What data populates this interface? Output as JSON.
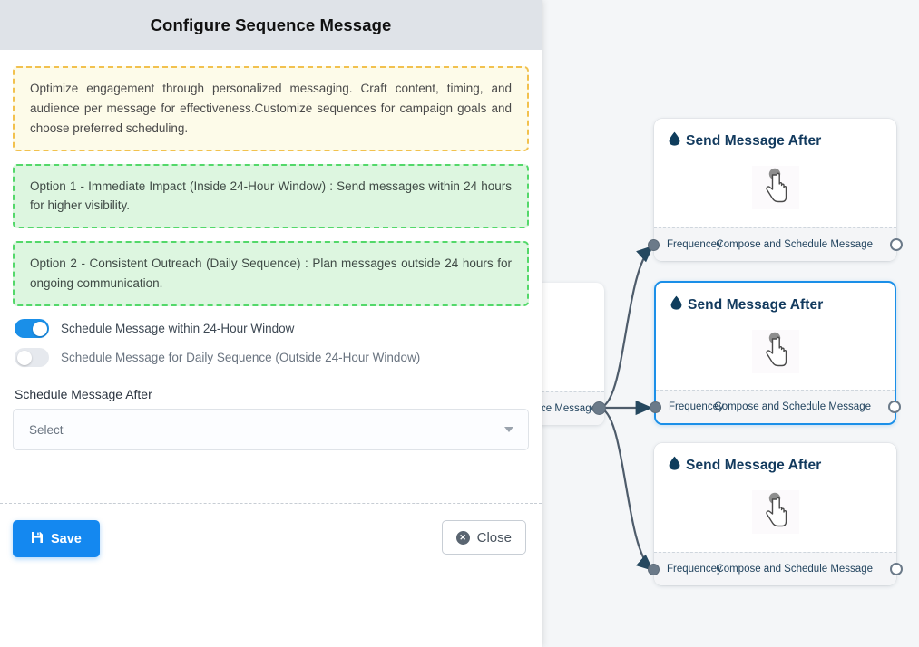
{
  "modal": {
    "title": "Configure Sequence Message",
    "info_note": "Optimize engagement through personalized messaging. Craft content, timing, and audience per message for effectiveness.Customize sequences for campaign goals and choose preferred scheduling.",
    "option_1": "Option 1 - Immediate Impact (Inside 24-Hour Window) : Send messages within 24 hours for higher visibility.",
    "option_2": "Option 2 - Consistent Outreach (Daily Sequence) : Plan messages outside 24 hours for ongoing communication.",
    "toggles": [
      {
        "label": "Schedule Message within 24-Hour Window",
        "state": "on"
      },
      {
        "label": "Schedule Message for Daily Sequence (Outside 24-Hour Window)",
        "state": "off"
      }
    ],
    "schedule_field": {
      "label": "Schedule Message After",
      "value": "Select",
      "caret_icon": "chevron-down-icon"
    },
    "footer": {
      "save_label": "Save",
      "save_icon": "save-floppy-icon",
      "close_label": "Close",
      "close_icon": "close-circle-icon"
    }
  },
  "flow": {
    "canvas_background": "#f4f6f8",
    "partial_node": {
      "footer_right": "ce Message"
    },
    "nodes": [
      {
        "title": "Send Message After",
        "title_icon": "water-drop-icon",
        "center_icon": "pointing-hand-cursor-icon",
        "footer_left": "Frequencey",
        "footer_right": "Compose and Schedule Message",
        "selected": false
      },
      {
        "title": "Send Message After",
        "title_icon": "water-drop-icon",
        "center_icon": "pointing-hand-cursor-icon",
        "footer_left": "Frequencey",
        "footer_right": "Compose and Schedule Message",
        "selected": true
      },
      {
        "title": "Send Message After",
        "title_icon": "water-drop-icon",
        "center_icon": "pointing-hand-cursor-icon",
        "footer_left": "Frequencey",
        "footer_right": "Compose and Schedule Message",
        "selected": false
      }
    ]
  },
  "colors": {
    "accent_blue": "#1488f0",
    "selected_border": "#1a8fe8",
    "warning_border": "#f2c14e",
    "success_border": "#53d86a",
    "node_title": "#123a5e",
    "edge": "#4e5c6b"
  }
}
